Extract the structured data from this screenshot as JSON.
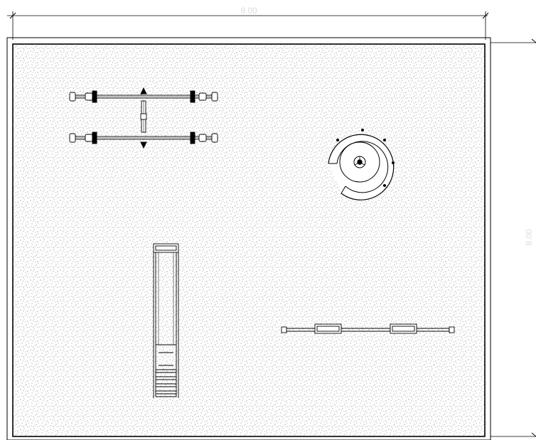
{
  "dimensions": {
    "width_label": "9.00",
    "height_label": "8.00"
  },
  "colors": {
    "line": "#000000",
    "sand_dot": "#555555",
    "dim_text": "#dcdcdc",
    "background": "#ffffff"
  },
  "elements": [
    "double-swing-set",
    "spiral-slide",
    "straight-slide",
    "seesaw"
  ]
}
